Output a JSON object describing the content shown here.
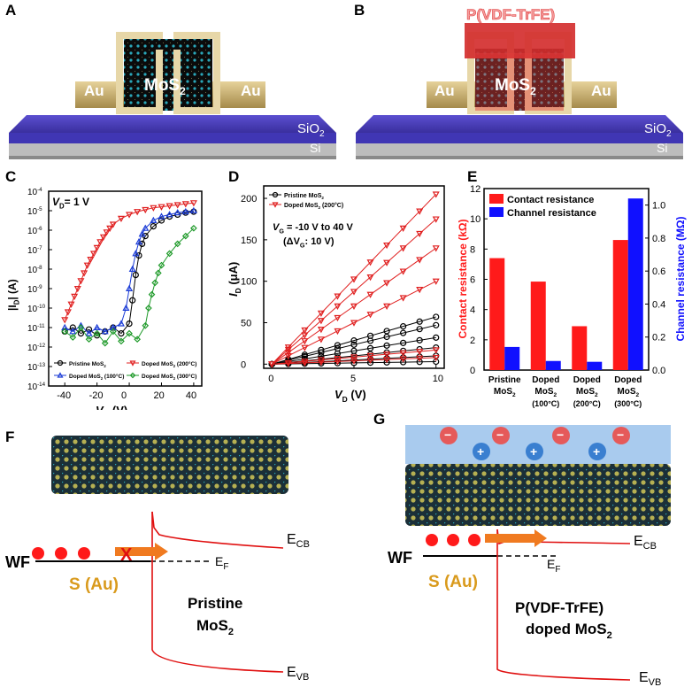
{
  "panel_labels": {
    "a": "A",
    "b": "B",
    "c": "C",
    "d": "D",
    "e": "E",
    "f": "F",
    "g": "G"
  },
  "device_a": {
    "au_left": "Au",
    "au_right": "Au",
    "mos2": "MoS",
    "mos2_sub": "2",
    "sio2": "SiO",
    "sio2_sub": "2",
    "si": "Si"
  },
  "device_b": {
    "polymer": "P(VDF-TrFE)",
    "au_left": "Au",
    "au_right": "Au",
    "mos2": "MoS",
    "mos2_sub": "2",
    "sio2": "SiO",
    "sio2_sub": "2",
    "si": "Si"
  },
  "colors": {
    "pristine": "#000000",
    "doped100": "#1a3bd6",
    "doped200": "#e02020",
    "doped300": "#1f9a2a",
    "contact": "#ff1a1a",
    "channel": "#1010ff",
    "orange": "#f07a20",
    "gold": "#d99a1c",
    "substrate_blue": "#4a3db8",
    "polymer_red": "#e23b3b"
  },
  "chart_data": [
    {
      "type": "line",
      "panel": "C",
      "annotation": "V",
      "annotation_sub": "D",
      "annotation_val": "= 1 V",
      "xlabel": "V",
      "xlabel_sub": "G",
      "xlabel_unit": " (V)",
      "ylabel": "|I",
      "ylabel_sub": "D",
      "ylabel_unit": "| (A)",
      "xlim": [
        -50,
        45
      ],
      "ylim_log": [
        -14,
        -4
      ],
      "xticks": [
        "-40",
        "-20",
        "0",
        "20",
        "40"
      ],
      "yticks": [
        "10",
        "10",
        "10",
        "10",
        "10",
        "10",
        "10",
        "10",
        "10",
        "10",
        "10"
      ],
      "ytick_exp": [
        "-14",
        "-13",
        "-12",
        "-11",
        "-10",
        "-9",
        "-8",
        "-7",
        "-6",
        "-5",
        "-4"
      ],
      "legend": [
        {
          "label": "Pristine MoS",
          "sub": "2",
          "extra": ""
        },
        {
          "label": "Doped MoS",
          "sub": "2",
          "extra": " (100°C)"
        },
        {
          "label": "Doped MoS",
          "sub": "2",
          "extra": " (200°C)"
        },
        {
          "label": "Doped MoS",
          "sub": "2",
          "extra": " (300°C)"
        }
      ],
      "series": [
        {
          "marker": "circle",
          "color": "#000000",
          "x": [
            -40,
            -35,
            -30,
            -25,
            -20,
            -15,
            -10,
            -5,
            0,
            2,
            4,
            6,
            8,
            10,
            15,
            20,
            25,
            30,
            35,
            40
          ],
          "y": [
            -11.2,
            -11.0,
            -11.3,
            -11.1,
            -11.4,
            -11.2,
            -11.0,
            -11.3,
            -10.8,
            -9.6,
            -8.3,
            -7.3,
            -6.7,
            -6.3,
            -5.8,
            -5.5,
            -5.3,
            -5.2,
            -5.1,
            -5.05
          ]
        },
        {
          "marker": "triangle-up",
          "color": "#1a3bd6",
          "x": [
            -40,
            -35,
            -30,
            -25,
            -20,
            -15,
            -10,
            -5,
            -2,
            0,
            2,
            4,
            6,
            8,
            10,
            15,
            20,
            25,
            30,
            35,
            40
          ],
          "y": [
            -11.0,
            -11.2,
            -10.9,
            -11.3,
            -11.0,
            -11.2,
            -11.0,
            -10.8,
            -10.0,
            -9.0,
            -8.0,
            -7.2,
            -6.6,
            -6.2,
            -5.9,
            -5.5,
            -5.3,
            -5.2,
            -5.1,
            -5.05,
            -5.0
          ]
        },
        {
          "marker": "triangle-down",
          "color": "#e02020",
          "x": [
            -40,
            -38,
            -36,
            -34,
            -32,
            -30,
            -28,
            -26,
            -24,
            -22,
            -20,
            -18,
            -16,
            -14,
            -12,
            -10,
            -5,
            0,
            5,
            10,
            15,
            20,
            25,
            30,
            35,
            40
          ],
          "y": [
            -10.6,
            -10.2,
            -9.8,
            -9.4,
            -9.0,
            -8.6,
            -8.2,
            -7.8,
            -7.5,
            -7.2,
            -6.9,
            -6.6,
            -6.35,
            -6.1,
            -5.9,
            -5.7,
            -5.4,
            -5.2,
            -5.05,
            -4.95,
            -4.85,
            -4.8,
            -4.75,
            -4.7,
            -4.65,
            -4.6
          ]
        },
        {
          "marker": "diamond",
          "color": "#1f9a2a",
          "x": [
            -40,
            -35,
            -30,
            -25,
            -20,
            -15,
            -10,
            -5,
            0,
            5,
            10,
            12,
            14,
            16,
            18,
            20,
            25,
            30,
            35,
            40
          ],
          "y": [
            -11.2,
            -11.5,
            -11.0,
            -11.6,
            -11.3,
            -11.8,
            -11.2,
            -11.7,
            -11.3,
            -11.6,
            -10.9,
            -10.0,
            -9.3,
            -8.7,
            -8.2,
            -7.8,
            -7.2,
            -6.7,
            -6.3,
            -5.9
          ]
        }
      ]
    },
    {
      "type": "line",
      "panel": "D",
      "xlabel": "V",
      "xlabel_sub": "D",
      "xlabel_unit": " (V)",
      "ylabel": "I",
      "ylabel_sub": "D",
      "ylabel_unit": " (μA)",
      "xlim": [
        -0.5,
        10.5
      ],
      "ylim": [
        -5,
        215
      ],
      "xticks": [
        "0",
        "5",
        "10"
      ],
      "yticks": [
        "0",
        "50",
        "100",
        "150",
        "200"
      ],
      "annotation1": "V",
      "annotation1_sub": "G",
      "annotation1_val": " = -10 V to 40 V",
      "annotation2": "(ΔV",
      "annotation2_sub": "G",
      "annotation2_val": ": 10 V)",
      "legend": [
        {
          "label": "Pristine MoS",
          "sub": "2",
          "extra": ""
        },
        {
          "label": "Doped MoS",
          "sub": "2",
          "extra": " (200°C)"
        }
      ],
      "x": [
        0,
        1,
        2,
        3,
        4,
        5,
        6,
        7,
        8,
        9,
        10
      ],
      "series": [
        {
          "color": "#000000",
          "marker": "circle",
          "slopes": [
            0.3,
            1.0,
            2.0,
            3.2,
            4.7,
            5.7
          ]
        },
        {
          "color": "#e02020",
          "marker": "triangle-down",
          "slopes": [
            0.8,
            1.7,
            10.0,
            14.0,
            17.5,
            20.5
          ]
        }
      ]
    },
    {
      "type": "bar",
      "panel": "E",
      "categories": [
        [
          "Pristine",
          "MoS",
          "2",
          ""
        ],
        [
          "Doped",
          "MoS",
          "2",
          "(100°C)"
        ],
        [
          "Doped",
          "MoS",
          "2",
          "(200°C)"
        ],
        [
          "Doped",
          "MoS",
          "2",
          "(300°C)"
        ]
      ],
      "left_label": "Contact resistance (kΩ)",
      "right_label": "Channel resistance (MΩ)",
      "left_ylim": [
        0,
        12
      ],
      "right_ylim": [
        0,
        1.1
      ],
      "left_ticks": [
        "0",
        "2",
        "4",
        "6",
        "8",
        "10",
        "12"
      ],
      "right_ticks": [
        "0.0",
        "0.2",
        "0.4",
        "0.6",
        "0.8",
        "1.0"
      ],
      "legend": [
        "Contact resistance",
        "Channel resistance"
      ],
      "series": [
        {
          "name": "Contact resistance",
          "values": [
            7.4,
            5.85,
            2.9,
            8.6
          ]
        },
        {
          "name": "Channel resistance",
          "values": [
            0.14,
            0.055,
            0.05,
            1.04
          ]
        }
      ]
    }
  ],
  "band_f": {
    "wf": "WF",
    "ecb": "E",
    "ecb_sub": "CB",
    "evb": "E",
    "evb_sub": "VB",
    "ef": "E",
    "ef_sub": "F",
    "metal": "S (Au)",
    "x_mark": "X",
    "material_l1": "Pristine",
    "material_l2": "MoS",
    "material_l2_sub": "2"
  },
  "band_g": {
    "wf": "WF",
    "ecb": "E",
    "ecb_sub": "CB",
    "evb": "E",
    "evb_sub": "VB",
    "ef": "E",
    "ef_sub": "F",
    "metal": "S (Au)",
    "material_l1": "P(VDF-TrFE)",
    "material_l2": "doped MoS",
    "material_l2_sub": "2",
    "neg": "−",
    "pos": "+"
  }
}
